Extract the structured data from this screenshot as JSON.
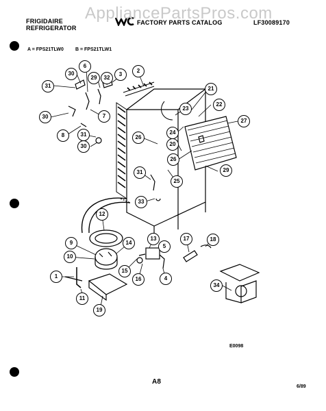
{
  "header": {
    "brand_line1": "FRIGIDAIRE",
    "brand_line2": "REFRIGERATOR",
    "catalog_title": "FACTORY PARTS CATALOG",
    "catalog_code": "LF30089170"
  },
  "watermark": "AppliancePartsPros.com",
  "legend": {
    "a": "A = FPS21TLW0",
    "b": "B = FPS21TLW1"
  },
  "callouts": [
    "30",
    "6",
    "3",
    "2",
    "31",
    "29",
    "32",
    "21",
    "23",
    "22",
    "30",
    "7",
    "24",
    "27",
    "8",
    "31",
    "26",
    "20",
    "30",
    "26",
    "25",
    "29",
    "31",
    "33",
    "12",
    "13",
    "5",
    "17",
    "18",
    "9",
    "14",
    "10",
    "15",
    "16",
    "4",
    "1",
    "34",
    "11",
    "19"
  ],
  "footer": {
    "figure_code": "E0098",
    "page": "A8",
    "date": "6/89"
  }
}
